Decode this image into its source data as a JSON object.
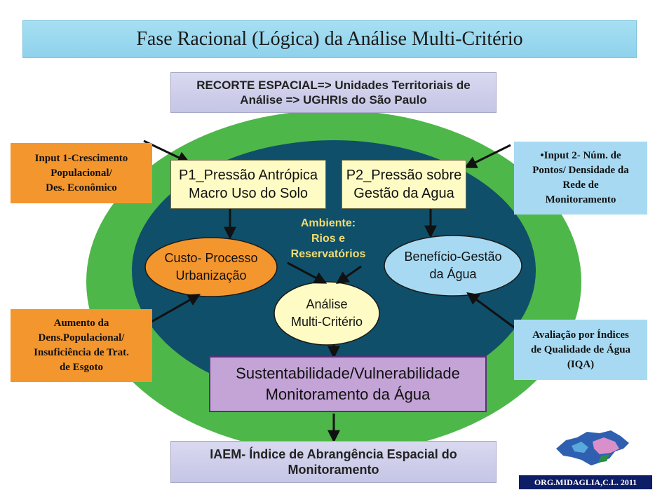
{
  "title": "Fase Racional (Lógica) da Análise Multi-Critério",
  "top_box": {
    "line1": "RECORTE ESPACIAL=> Unidades Territoriais de",
    "line2": "Análise => UGHRIs do São Paulo"
  },
  "p1": {
    "line1": "P1_Pressão Antrópica",
    "line2": "Macro Uso do Solo"
  },
  "p2": {
    "line1": "P2_Pressão sobre",
    "line2": "Gestão da Agua"
  },
  "ambiente": {
    "line1": "Ambiente:",
    "line2": "Rios e",
    "line3": "Reservatórios"
  },
  "custo": {
    "line1": "Custo- Processo",
    "line2": "Urbanização"
  },
  "beneficio": {
    "line1": "Benefício-Gestão",
    "line2": "da Água"
  },
  "analise": {
    "line1": "Análise",
    "line2": "Multi-Critério"
  },
  "sustentabilidade": {
    "line1": "Sustentabilidade/Vulnerabilidade",
    "line2": "Monitoramento da Água"
  },
  "bottom_box": {
    "line1": "IAEM- Índice de Abrangência Espacial do",
    "line2": "Monitoramento"
  },
  "input1": {
    "line1": "Input 1-Crescimento",
    "line2": "Populacional/",
    "line3": "Des. Econômico"
  },
  "input2": {
    "line1": "•Input 2- Núm. de",
    "line2": "Pontos/ Densidade da",
    "line3": "Rede de",
    "line4": "Monitoramento"
  },
  "input3": {
    "line1": "Aumento da",
    "line2": "Dens.Populacional/",
    "line3": "Insuficiência de Trat.",
    "line4": "de Esgoto"
  },
  "input4": {
    "line1": "Avaliação por Índices",
    "line2": "de Qualidade de Água",
    "line3": "(IQA)"
  },
  "credit": "ORG.MIDAGLIA,C.L. 2011",
  "icons": {
    "map": "sao-paulo-state-map-icon"
  },
  "colors": {
    "outer_ellipse": "#4eb749",
    "inner_ellipse": "#0f4f6a",
    "title_bg": "#a6dff2",
    "orange_box": "#f4962e",
    "blue_box": "#a7daf2",
    "purple_box": "#c4a4d7",
    "yellow_box": "#fefcc4"
  }
}
